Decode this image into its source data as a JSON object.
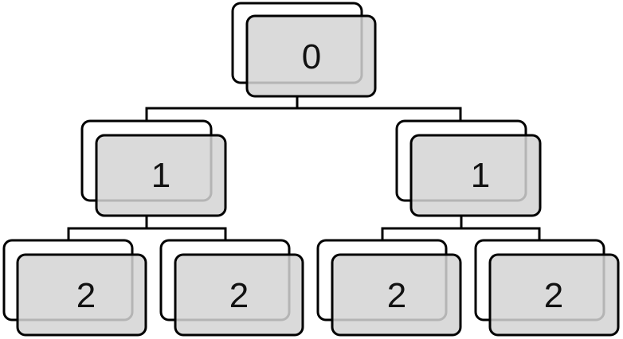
{
  "tree": {
    "root": {
      "label": "0"
    },
    "level1": [
      {
        "label": "1"
      },
      {
        "label": "1"
      }
    ],
    "level2": [
      {
        "label": "2"
      },
      {
        "label": "2"
      },
      {
        "label": "2"
      },
      {
        "label": "2"
      }
    ]
  },
  "colors": {
    "node_fill": "#d4d4d4",
    "node_stroke": "#000000",
    "shadow_fill": "#ffffff",
    "connector": "#000000"
  }
}
